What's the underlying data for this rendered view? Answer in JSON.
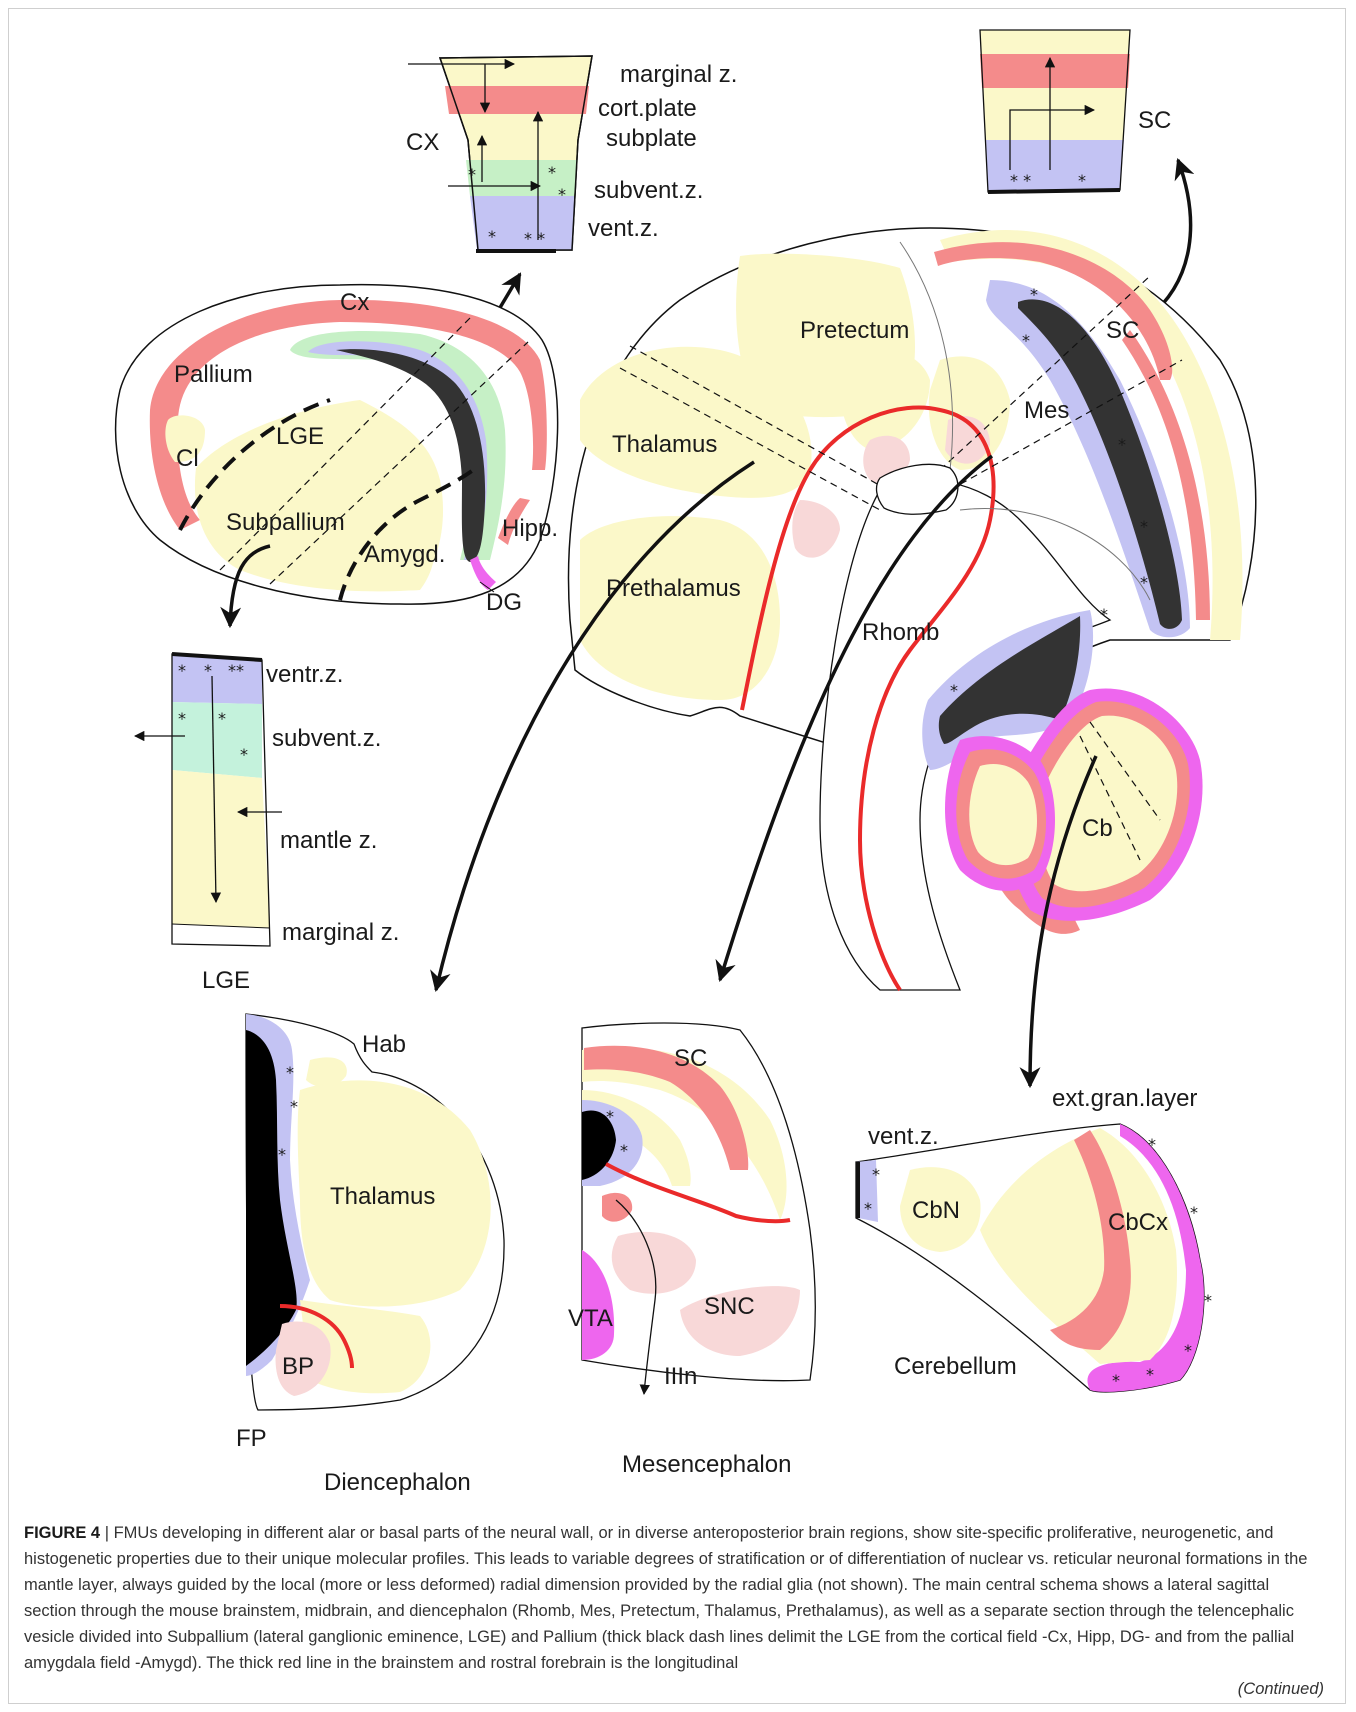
{
  "colors": {
    "ventricular": "#c3c3f3",
    "subventricular": "#c6f0c6",
    "mantle": "#fbf8c9",
    "cortical_plate": "#f48b8b",
    "red_line": "#ea2a2a",
    "magenta": "#ee66ee",
    "pink_nuclei": "#f8d8d8",
    "lumen": "#333333"
  },
  "telencephalon": {
    "cx_column": {
      "title": "CX",
      "layers": [
        "marginal z.",
        "cort.plate",
        "subplate",
        "subvent.z.",
        "vent.z."
      ]
    },
    "vesicle": {
      "cx": "Cx",
      "pallium": "Pallium",
      "cl": "Cl",
      "lge": "LGE",
      "subpallium": "Subpallium",
      "amygd": "Amygd.",
      "hipp": "Hipp.",
      "dg": "DG"
    },
    "lge_column": {
      "title": "LGE",
      "layers": [
        "ventr.z.",
        "subvent.z.",
        "mantle z.",
        "marginal z."
      ]
    }
  },
  "brainstem": {
    "sc_column_title": "SC",
    "regions": {
      "pretectum": "Pretectum",
      "thalamus": "Thalamus",
      "prethalamus": "Prethalamus",
      "sc": "SC",
      "mes": "Mes",
      "rhomb": "Rhomb",
      "cb": "Cb"
    }
  },
  "insets": {
    "diencephalon": {
      "title": "Diencephalon",
      "hab": "Hab",
      "thalamus": "Thalamus",
      "bp": "BP",
      "fp": "FP"
    },
    "mesencephalon": {
      "title": "Mesencephalon",
      "sc": "SC",
      "vta": "VTA",
      "snc": "SNC",
      "iiin": "IIIn"
    },
    "cerebellum": {
      "title": "Cerebellum",
      "ext_gran": "ext.gran.layer",
      "vent": "vent.z.",
      "cbn": "CbN",
      "cbcx": "CbCx"
    }
  },
  "caption": {
    "label": "FIGURE 4",
    "separator": "|",
    "text": "FMUs developing in different alar or basal parts of the neural wall, or in diverse anteroposterior brain regions, show site-specific proliferative, neurogenetic, and histogenetic properties due to their unique molecular profiles. This leads to variable degrees of stratification or of differentiation of nuclear vs. reticular neuronal formations in the mantle layer, always guided by the local (more or less deformed) radial dimension provided by the radial glia (not shown). The main central schema shows a lateral sagittal section through the mouse brainstem, midbrain, and diencephalon (Rhomb, Mes, Pretectum, Thalamus, Prethalamus), as well as a separate section through the telencephalic vesicle divided into Subpallium (lateral ganglionic eminence, LGE) and Pallium (thick black dash lines delimit the LGE from the cortical field -Cx, Hipp, DG- and from the pallial amygdala field -Amygd). The thick red line in the brainstem and rostral forebrain is the longitudinal",
    "continued": "(Continued)"
  }
}
